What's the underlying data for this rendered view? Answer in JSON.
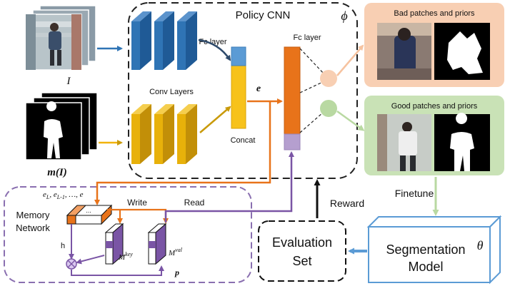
{
  "policy": {
    "title": "Policy CNN",
    "phi": "ϕ",
    "fc_layer_1": "Fc layer",
    "fc_layer_2": "Fc layer",
    "conv_layers": "Conv Layers",
    "concat": "Concat",
    "e": "e"
  },
  "inputs": {
    "image_label": "I",
    "mask_label": "m(I)"
  },
  "bad": {
    "title": "Bad patches and priors"
  },
  "good": {
    "title": "Good patches and priors"
  },
  "memory": {
    "title_line1": "Memory",
    "title_line2": "Network",
    "sequence": "e",
    "sub_L": "L",
    "sub_L1": "L-1",
    "dots": ", …, e",
    "write": "Write",
    "read": "Read",
    "h": "h",
    "mkey": "M",
    "mkey_sup": "key",
    "mval": "M",
    "mval_sup": "val",
    "p": "p"
  },
  "evaluation": {
    "line1": "Evaluation",
    "line2": "Set"
  },
  "reward": "Reward",
  "finetune": "Finetune",
  "segmentation": {
    "line1": "Segmentation",
    "line2": "Model",
    "theta": "θ"
  },
  "colors": {
    "blue": "#2f74b5",
    "gold": "#e8b10a",
    "orange": "#e8731a",
    "purple": "#7a55a5",
    "lavender": "#b59fcf",
    "peach": "#f8cfb3",
    "green": "#c9e2b6",
    "light_blue": "#5b9bd5"
  }
}
